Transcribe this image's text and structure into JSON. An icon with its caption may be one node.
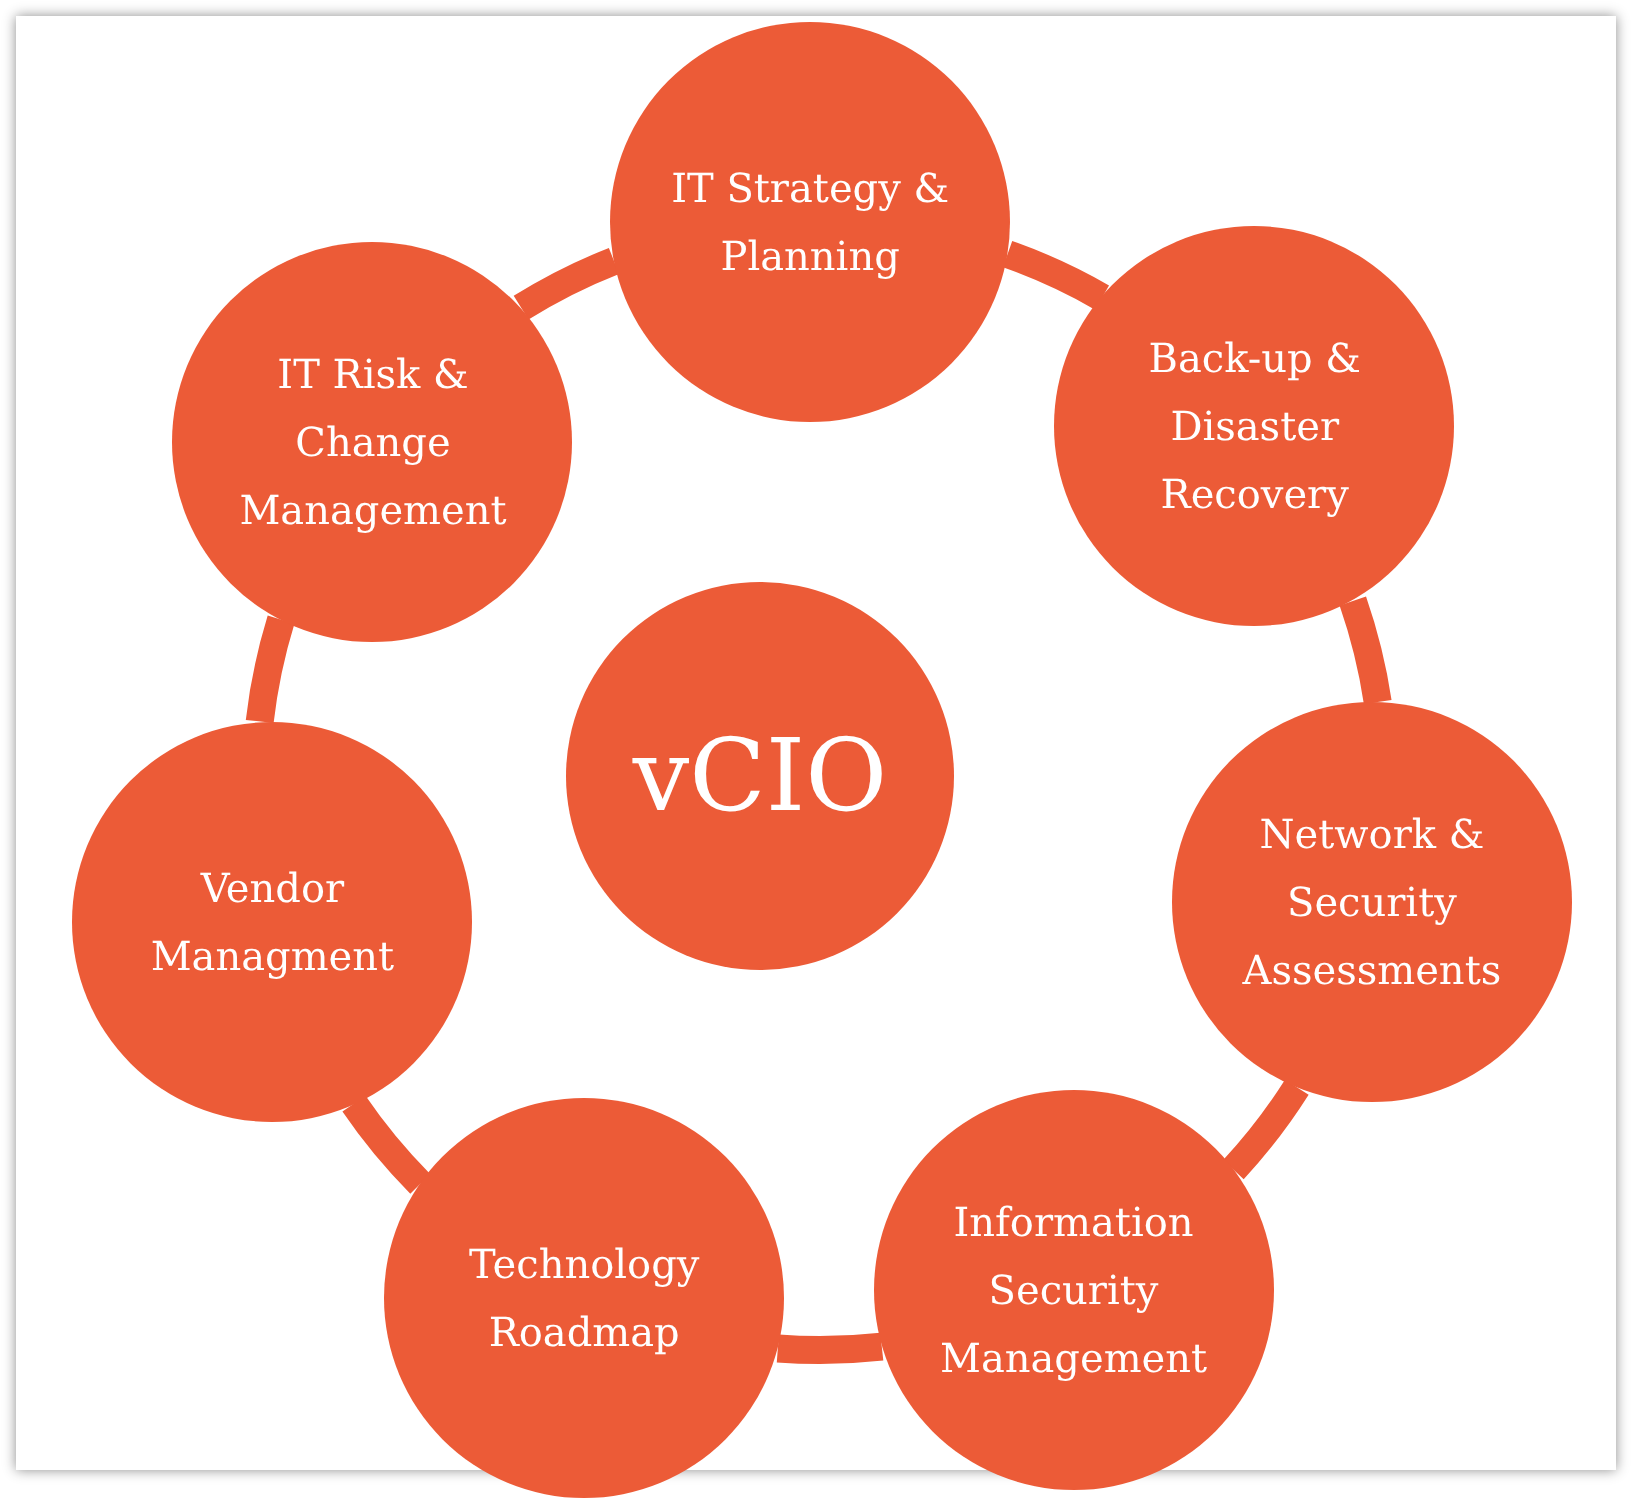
{
  "diagram": {
    "nodes": [
      {
        "text": [
          "IT Strategy & Planning"
        ]
      },
      {
        "text": [
          "Back-up & Disaster Recovery"
        ]
      },
      {
        "text": [
          "Network & Security Assessments"
        ]
      },
      {
        "text": [
          "Information Security Management"
        ]
      },
      {
        "text": [
          "Technology Roadmap"
        ]
      },
      {
        "text": [
          "Vendor Managment"
        ]
      },
      {
        "text": [
          "IT Risk & Change Management"
        ]
      },
      {
        "text": [
          "vCIO"
        ]
      }
    ],
    "edges": [
      {
        "from": 0,
        "to": 1,
        "arrow": "none"
      },
      {
        "from": 1,
        "to": 2,
        "arrow": "none"
      },
      {
        "from": 2,
        "to": 3,
        "arrow": "none"
      },
      {
        "from": 3,
        "to": 4,
        "arrow": "none"
      },
      {
        "from": 4,
        "to": 5,
        "arrow": "none"
      },
      {
        "from": 5,
        "to": 6,
        "arrow": "none"
      },
      {
        "from": 6,
        "to": 0,
        "arrow": "none"
      }
    ]
  }
}
